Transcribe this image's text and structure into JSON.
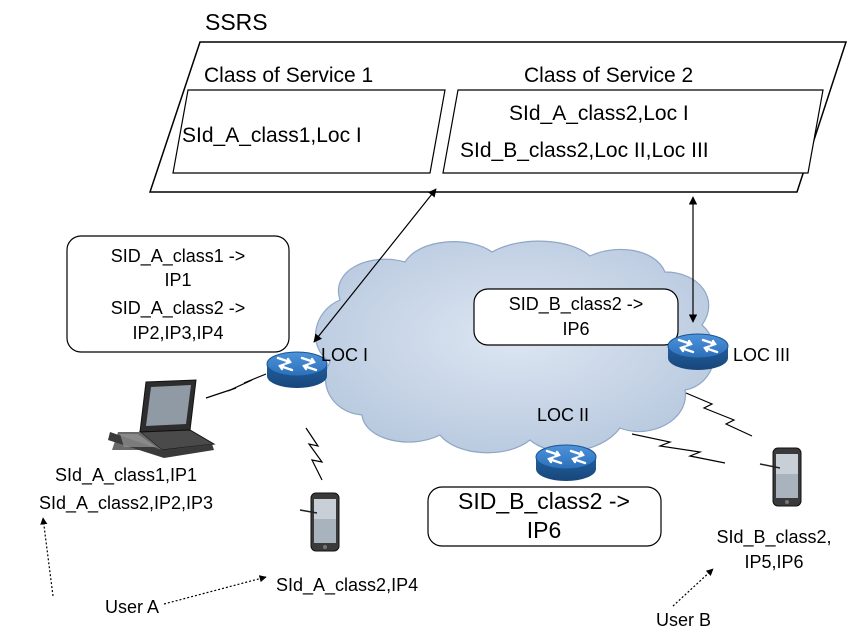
{
  "ssrs": {
    "title": "SSRS",
    "cos1": {
      "title": "Class of Service 1",
      "lines": [
        "SId_A_class1,Loc I"
      ]
    },
    "cos2": {
      "title": "Class of Service 2",
      "lines": [
        "SId_A_class2,Loc I",
        "SId_B_class2,Loc II,Loc III"
      ]
    }
  },
  "routers": {
    "loc1": "LOC I",
    "loc2": "LOC II",
    "loc3": "LOC III"
  },
  "tables": {
    "loc1": [
      "SID_A_class1 ->",
      "IP1",
      "SID_A_class2 ->",
      "IP2,IP3,IP4"
    ],
    "loc3": [
      "SID_B_class2 ->",
      "IP6"
    ],
    "loc2": [
      "SID_B_class2 ->",
      "IP6"
    ]
  },
  "devices": {
    "laptop": [
      "SId_A_class1,IP1",
      "SId_A_class2,IP2,IP3"
    ],
    "phone_a": [
      "SId_A_class2,IP4"
    ],
    "phone_b": [
      "SId_B_class2,",
      "IP5,IP6"
    ]
  },
  "users": {
    "a": "User A",
    "b": "User B"
  },
  "icons": {
    "router": "router-icon",
    "laptop": "laptop-icon",
    "phone": "smartphone-icon",
    "cloud": "network-cloud-icon",
    "wireless": "lightning-wireless-link-icon"
  },
  "colors": {
    "router_blue": "#2f78c4",
    "cloud_fill": "#c9d6e8",
    "cloud_stroke": "#8ea6c6"
  }
}
